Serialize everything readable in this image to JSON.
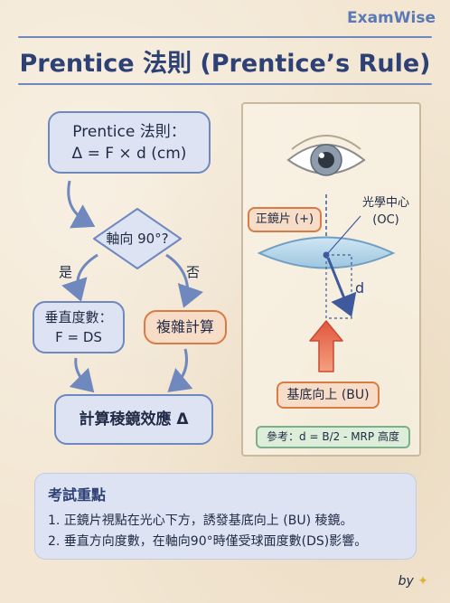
{
  "brand": "ExamWise",
  "title": "Prentice 法則 (Prentice’s Rule)",
  "flowchart": {
    "formula_line1": "Prentice 法則：",
    "formula_line2": "Δ = F × d (cm)",
    "decision": "軸向 90°?",
    "yes_label": "是",
    "no_label": "否",
    "vertical_line1": "垂直度數：",
    "vertical_line2": "F = DS",
    "complex": "複雜計算",
    "result": "計算稜鏡效應 Δ"
  },
  "illustration": {
    "lens_label": "正鏡片 (+)",
    "oc_label_line1": "光學中心",
    "oc_label_line2": "(OC)",
    "d_label": "d",
    "base_label": "基底向上 (BU)",
    "reference_note": "參考：d = B/2 - MRP 高度"
  },
  "key_points": {
    "heading": "考試重點",
    "items": [
      "1. 正鏡片視點在光心下方，誘發基底向上 (BU) 稜鏡。",
      "2. 垂直方向度數，在軸向90°時僅受球面度數(DS)影響。"
    ]
  },
  "footer": "by",
  "colors": {
    "navy": "#2e4175",
    "blue_border": "#6f88bd",
    "blue_fill": "#dde3f2",
    "orange": "#d97b45",
    "orange_fill": "#f7dcc7",
    "green": "#7fae8d",
    "green_fill": "#dcedd9"
  }
}
